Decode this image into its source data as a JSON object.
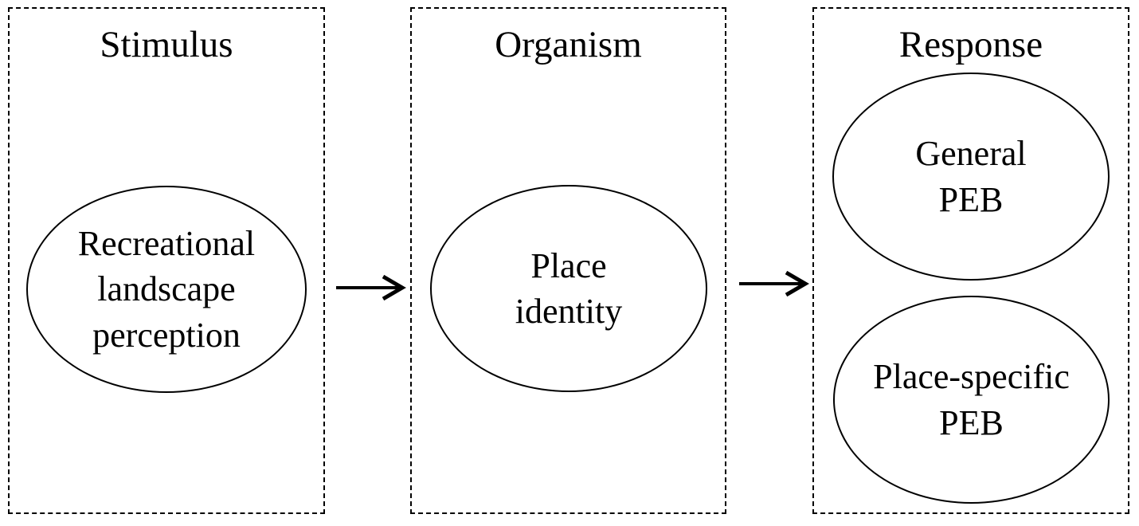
{
  "diagram": {
    "background_color": "#ffffff",
    "stroke_color": "#000000",
    "columns": [
      {
        "title": "Stimulus",
        "ellipses": [
          {
            "label": "Recreational\nlandscape\nperception"
          }
        ]
      },
      {
        "title": "Organism",
        "ellipses": [
          {
            "label": "Place\nidentity"
          }
        ]
      },
      {
        "title": "Response",
        "ellipses": [
          {
            "label": "General\nPEB"
          },
          {
            "label": "Place-specific\nPEB"
          }
        ]
      }
    ],
    "arrows": [
      {
        "name": "stimulus-to-organism"
      },
      {
        "name": "organism-to-response"
      }
    ]
  }
}
